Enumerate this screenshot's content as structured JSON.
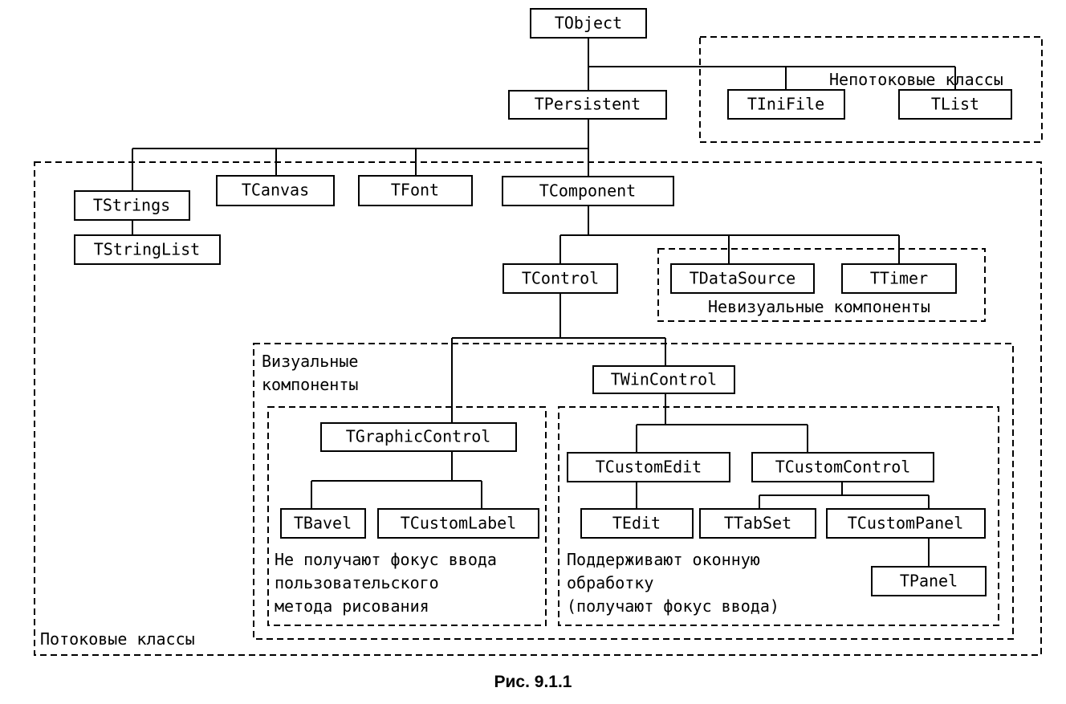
{
  "classes": {
    "tobject": "TObject",
    "tpersistent": "TPersistent",
    "tinifile": "TIniFile",
    "tlist": "TList",
    "tstrings": "TStrings",
    "tstringlist": "TStringList",
    "tcanvas": "TCanvas",
    "tfont": "TFont",
    "tcomponent": "TComponent",
    "tcontrol": "TControl",
    "tdatasource": "TDataSource",
    "ttimer": "TTimer",
    "twincontrol": "TWinControl",
    "tgraphiccontrol": "TGraphicControl",
    "tbavel": "TBavel",
    "tcustomlabel": "TCustomLabel",
    "tcustomedit": "TCustomEdit",
    "tcustomcontrol": "TCustomControl",
    "tedit": "TEdit",
    "ttabset": "TTabSet",
    "tcustompanel": "TCustomPanel",
    "tpanel": "TPanel"
  },
  "regions": {
    "non_stream": "Непотоковые классы",
    "stream": "Потоковые классы",
    "non_visual": "Невизуальные компоненты",
    "visual": [
      "Визуальные",
      "компоненты"
    ],
    "graphic": [
      "Не получают фокус ввода",
      "пользовательского",
      "метода рисования"
    ],
    "windowed": [
      "Поддерживают оконную",
      "обработку",
      "(получают фокус ввода)"
    ]
  },
  "caption": "Рис. 9.1.1"
}
